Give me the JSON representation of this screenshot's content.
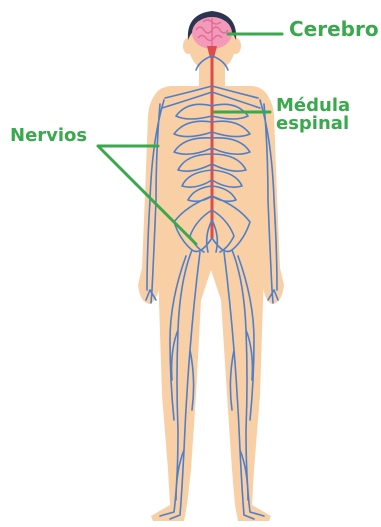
{
  "diagram": {
    "labels": {
      "brain": "Cerebro",
      "spinal_cord_line1": "Médula",
      "spinal_cord_line2": "espinal",
      "nerves": "Nervios"
    },
    "colors": {
      "skin": "#f9cfa6",
      "hair": "#2b3550",
      "brain": "#f39ab9",
      "spinal_cord": "#e24a4a",
      "nerves": "#4f7fc7",
      "leader_lines": "#3aa84c",
      "label_text": "#3aa84c"
    }
  }
}
